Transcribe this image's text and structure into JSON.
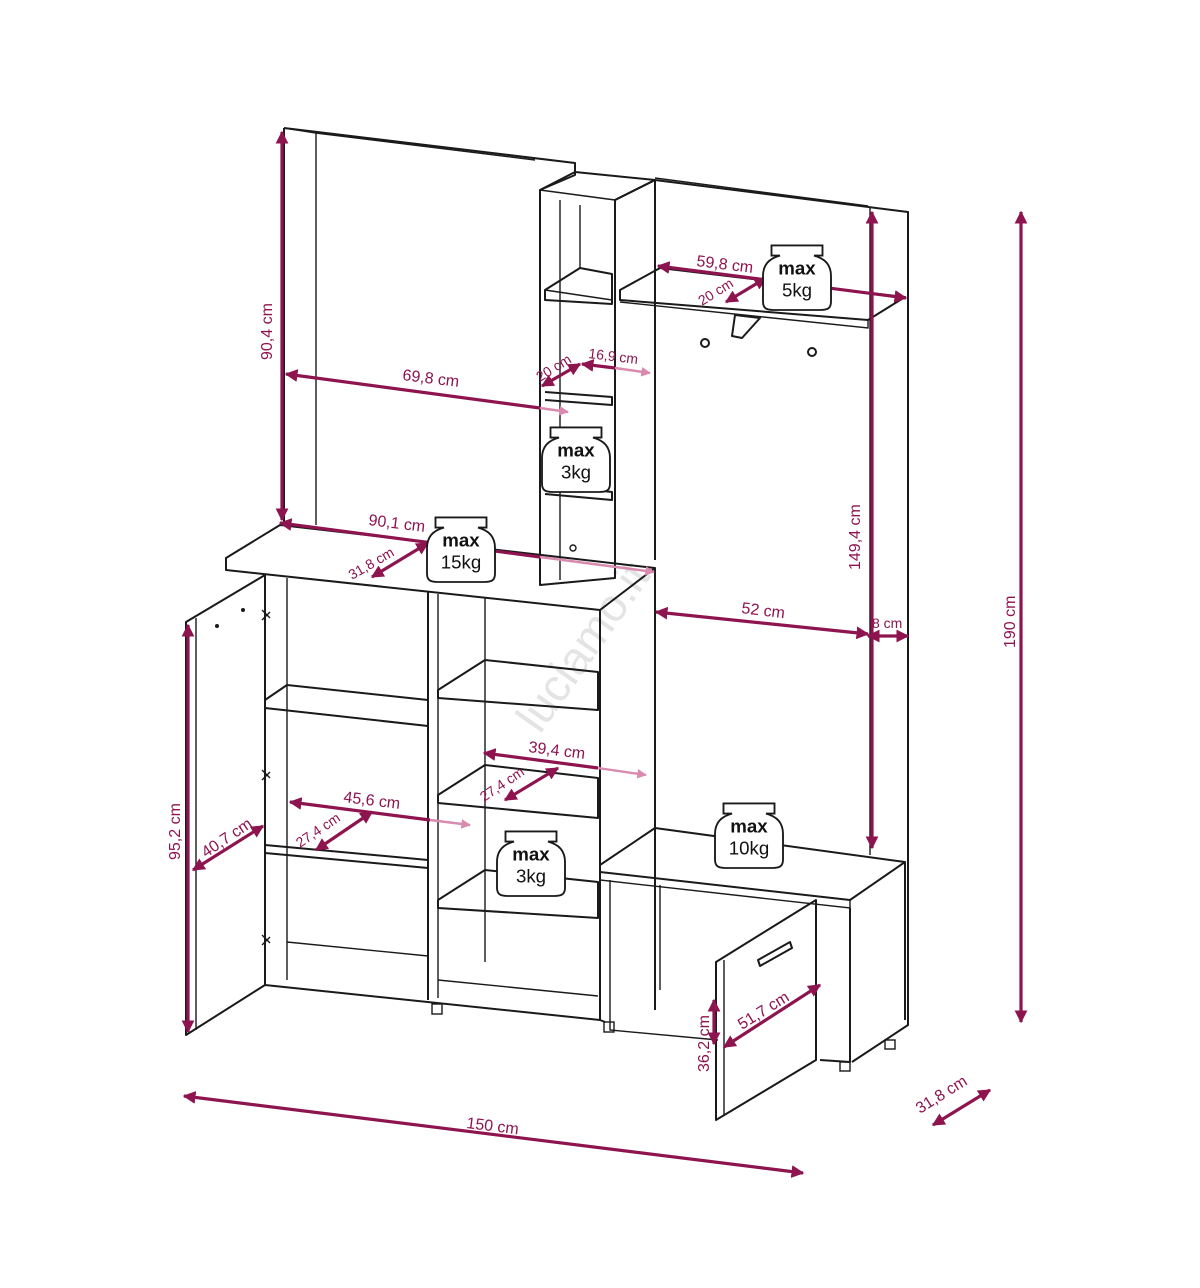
{
  "dimensions": {
    "total_height": "190 cm",
    "total_width": "150 cm",
    "total_depth": "31,8 cm",
    "mirror_panel_height": "90,4 cm",
    "mirror_panel_width": "69,8 cm",
    "cabinet_top_width": "90,1 cm",
    "cabinet_top_depth": "31,8 cm",
    "shelf_tower_depth": "20 cm",
    "shelf_tower_width": "16,9 cm",
    "hat_shelf_width": "59,8 cm",
    "hat_shelf_depth": "20 cm",
    "coat_area_height": "149,4 cm",
    "coat_area_width": "52 cm",
    "side_panel_thickness": "8 cm",
    "cabinet_height": "95,2 cm",
    "door_width": "40,7 cm",
    "left_shelf_width": "45,6 cm",
    "left_shelf_depth": "27,4 cm",
    "middle_shelf_width": "39,4 cm",
    "middle_shelf_depth": "27,4 cm",
    "bench_flap_width": "51,7 cm",
    "bench_flap_height": "36,2 cm"
  },
  "load_limits": {
    "hat_shelf": {
      "word": "max",
      "value": "5kg"
    },
    "tower_shelf": {
      "word": "max",
      "value": "3kg"
    },
    "cabinet_top": {
      "word": "max",
      "value": "15kg"
    },
    "middle_shelf": {
      "word": "max",
      "value": "3kg"
    },
    "bench": {
      "word": "max",
      "value": "10kg"
    }
  },
  "watermark": "luciamo.it",
  "colors": {
    "dimension": "#8e1450",
    "dimension_light": "#d98aae",
    "outline": "#1a1a1a"
  }
}
